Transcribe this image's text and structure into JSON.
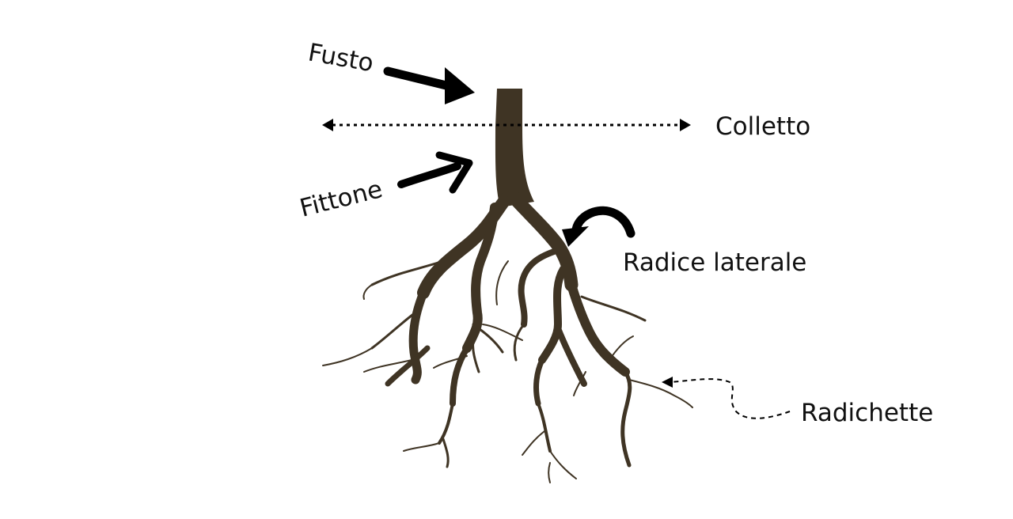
{
  "labels": {
    "stem": "Fusto",
    "collar": "Colletto",
    "taproot": "Fittone",
    "lateral_root": "Radice laterale",
    "rootlets": "Radichette"
  },
  "colors": {
    "root": "#3f3424",
    "arrow": "#000000",
    "text": "#111111",
    "background": "#ffffff"
  },
  "icons": {
    "stem_pointer": "straight-arrow-icon",
    "collar_line": "double-headed-dotted-arrow-icon",
    "taproot_pointer": "curved-arrow-icon",
    "lateral_pointer": "curved-arrow-icon",
    "rootlets_pointer": "dashed-curved-arrow-icon"
  }
}
